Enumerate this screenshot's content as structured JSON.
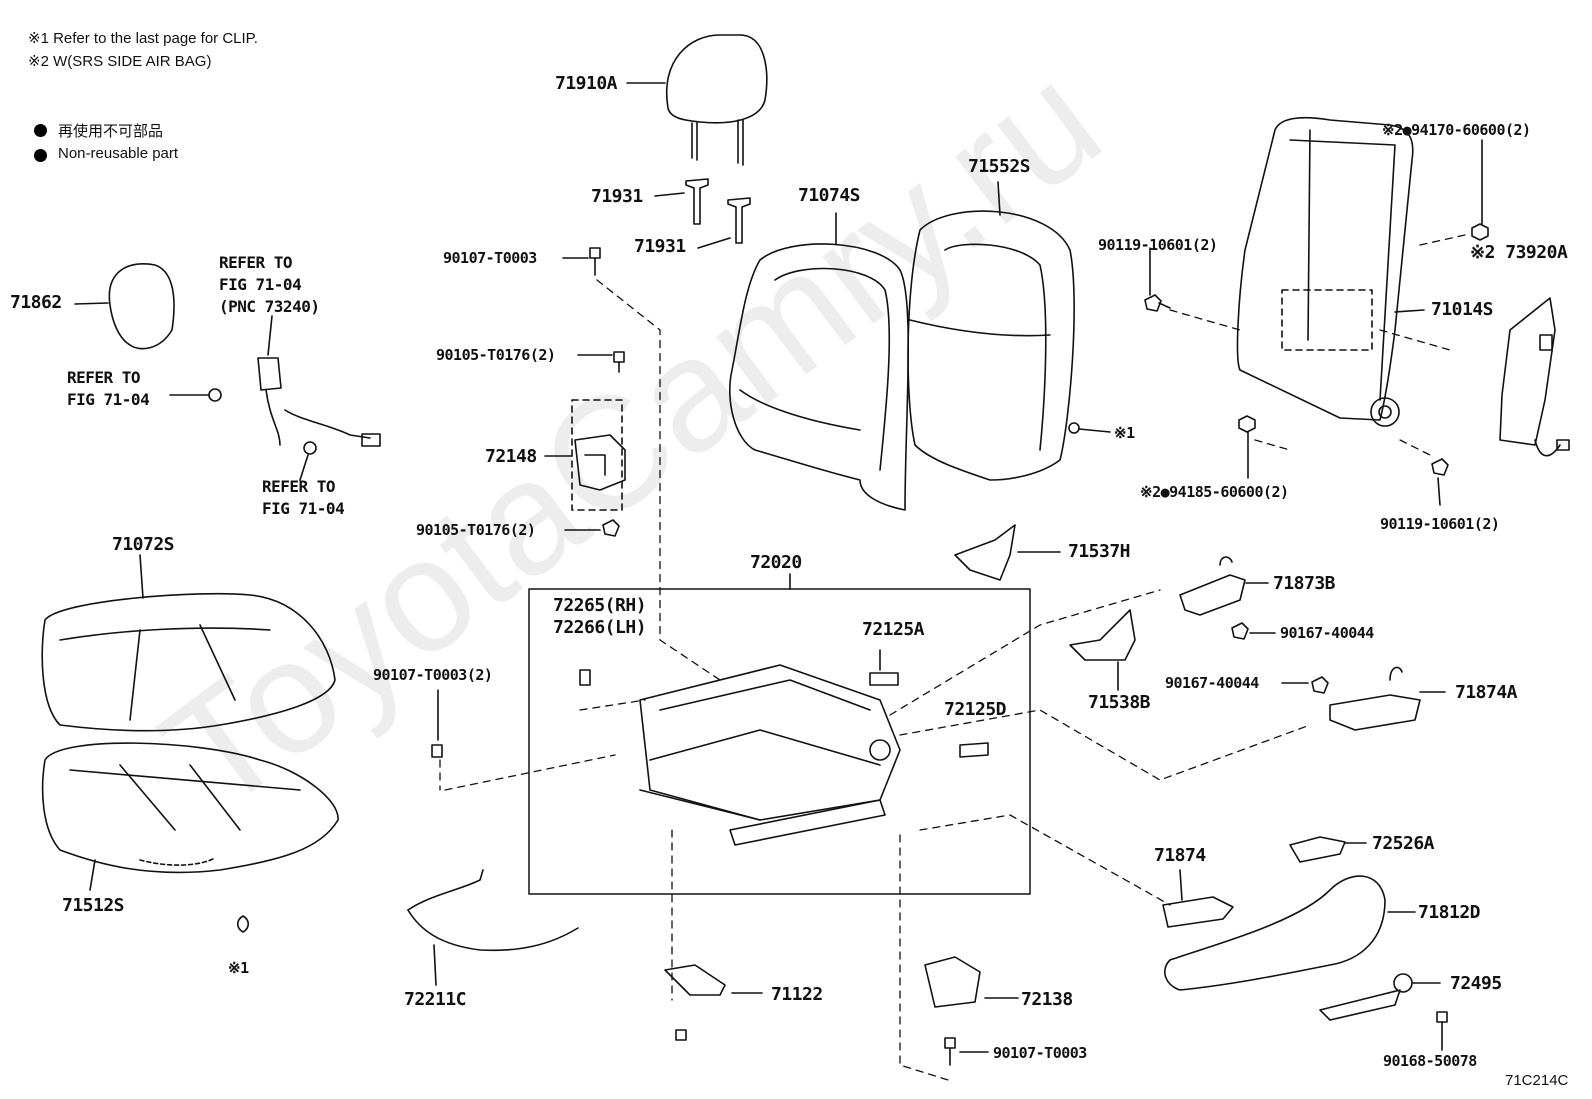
{
  "notes": {
    "note1": "※1 Refer to the last page for CLIP.",
    "note2": "※2 W(SRS SIDE AIR BAG)",
    "legend_jp": "再使用不可部品",
    "legend_en": "Non-reusable part"
  },
  "labels": {
    "l71910A": "71910A",
    "l71931a": "71931",
    "l71931b": "71931",
    "l90107a": "90107-T0003",
    "l90105a": "90105-T0176(2)",
    "l72148": "72148",
    "l90105b": "90105-T0176(2)",
    "l71862": "71862",
    "refer1_l1": "REFER TO",
    "refer1_l2": "FIG 71-04",
    "refer1_l3": "(PNC 73240)",
    "refer2_l1": "REFER TO",
    "refer2_l2": "FIG 71-04",
    "refer3_l1": "REFER TO",
    "refer3_l2": "FIG 71-04",
    "l71074S": "71074S",
    "l71552S": "71552S",
    "clip1": "※1",
    "l94170": "※2●94170-60600(2)",
    "l90119a": "90119-10601(2)",
    "l73920A": "※2 73920A",
    "l71014S": "71014S",
    "l94185": "※2●94185-60600(2)",
    "l90119b": "90119-10601(2)",
    "l71072S": "71072S",
    "l72020": "72020",
    "l72265": "72265(RH)",
    "l72266": "72266(LH)",
    "l72125A": "72125A",
    "l71537H": "71537H",
    "l71873B": "71873B",
    "l90167a": "90167-40044",
    "l90167b": "90167-40044",
    "l71874A": "71874A",
    "l71538B": "71538B",
    "l72125D": "72125D",
    "l90107b": "90107-T0003(2)",
    "l71512S": "71512S",
    "clip2": "※1",
    "l72211C": "72211C",
    "l71122": "71122",
    "l72138": "72138",
    "l90107c": "90107-T0003",
    "l71874": "71874",
    "l72526A": "72526A",
    "l71812D": "71812D",
    "l72495": "72495",
    "l90168": "90168-50078"
  },
  "watermark": "ToyotaCamry.ru",
  "figure_code": "71C214C"
}
